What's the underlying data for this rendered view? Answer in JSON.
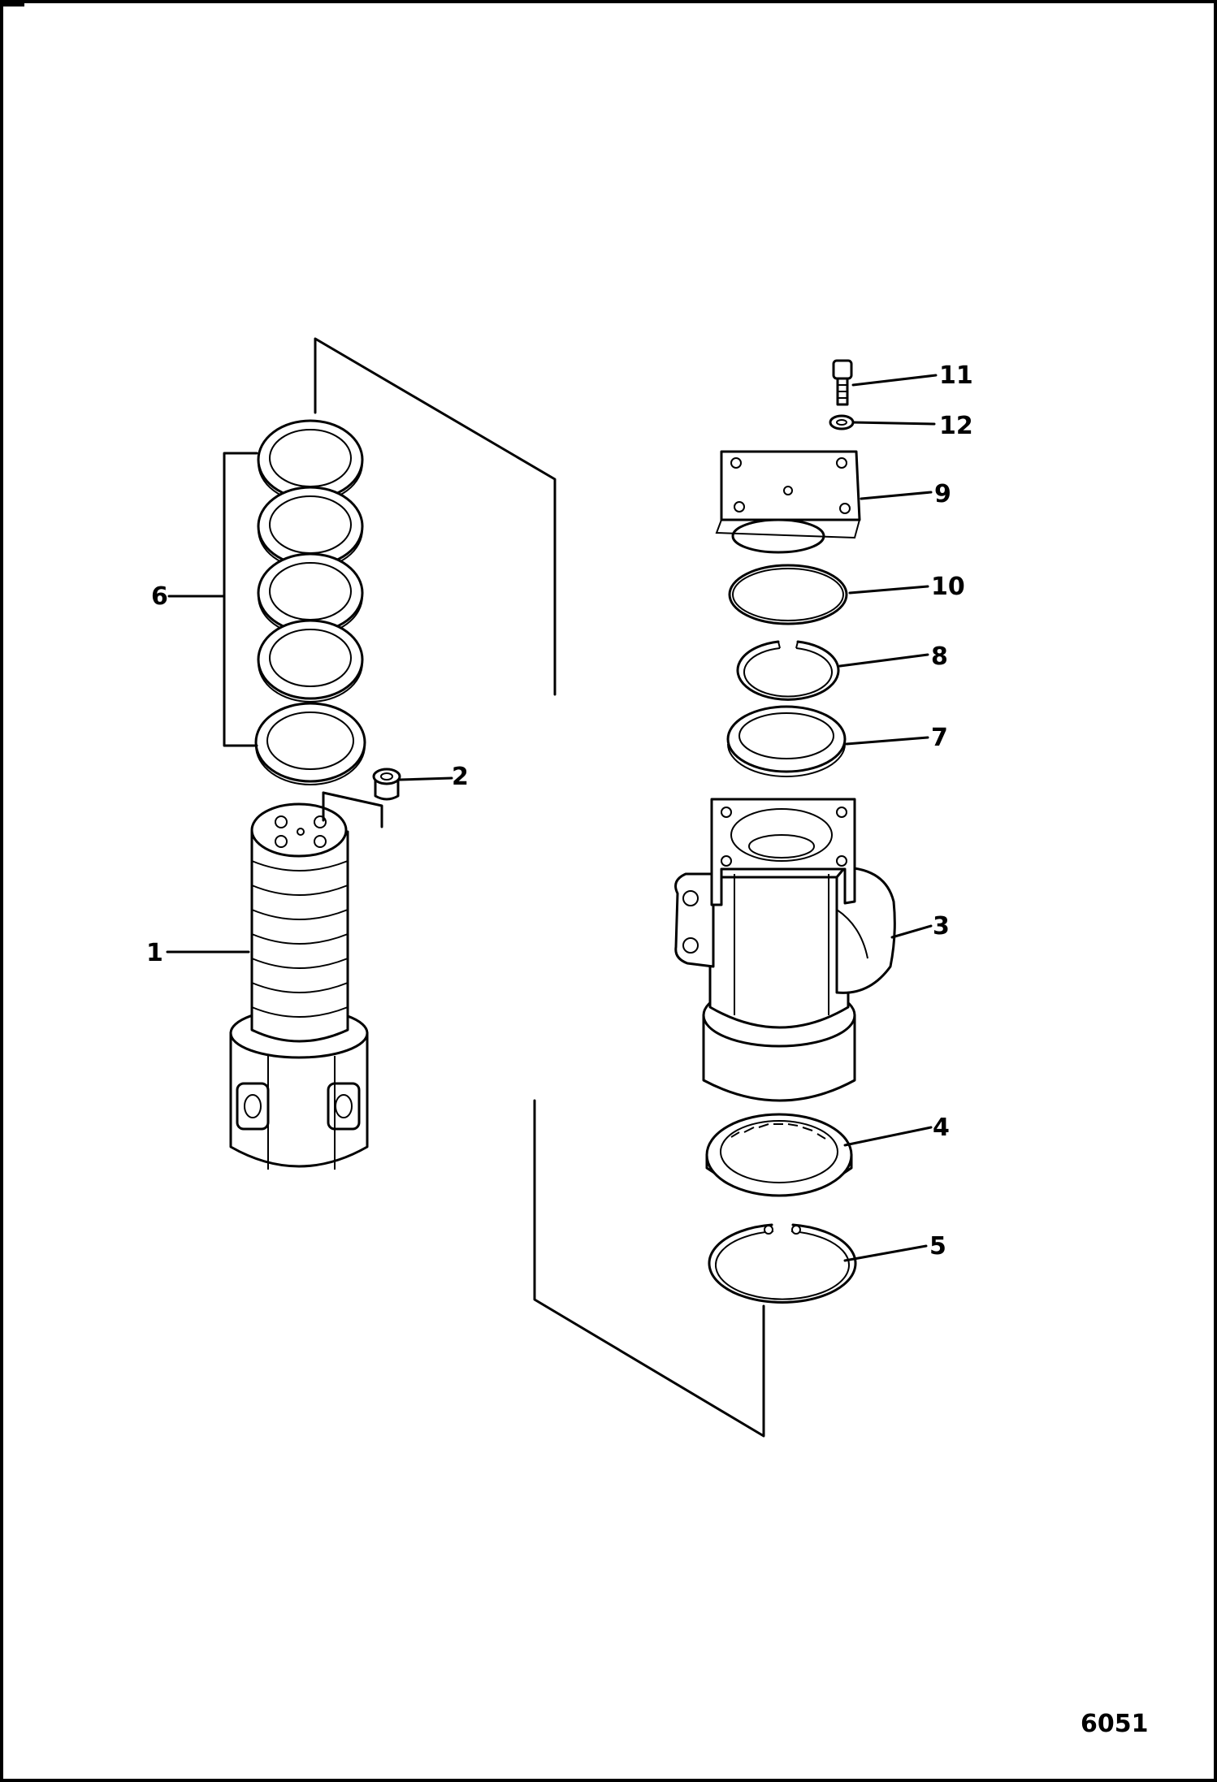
{
  "drawing_number": "6051",
  "callouts": [
    {
      "id": "1",
      "label": "1"
    },
    {
      "id": "2",
      "label": "2"
    },
    {
      "id": "3",
      "label": "3"
    },
    {
      "id": "4",
      "label": "4"
    },
    {
      "id": "5",
      "label": "5"
    },
    {
      "id": "6",
      "label": "6"
    },
    {
      "id": "7",
      "label": "7"
    },
    {
      "id": "8",
      "label": "8"
    },
    {
      "id": "9",
      "label": "9"
    },
    {
      "id": "10",
      "label": "10"
    },
    {
      "id": "11",
      "label": "11"
    },
    {
      "id": "12",
      "label": "12"
    }
  ]
}
